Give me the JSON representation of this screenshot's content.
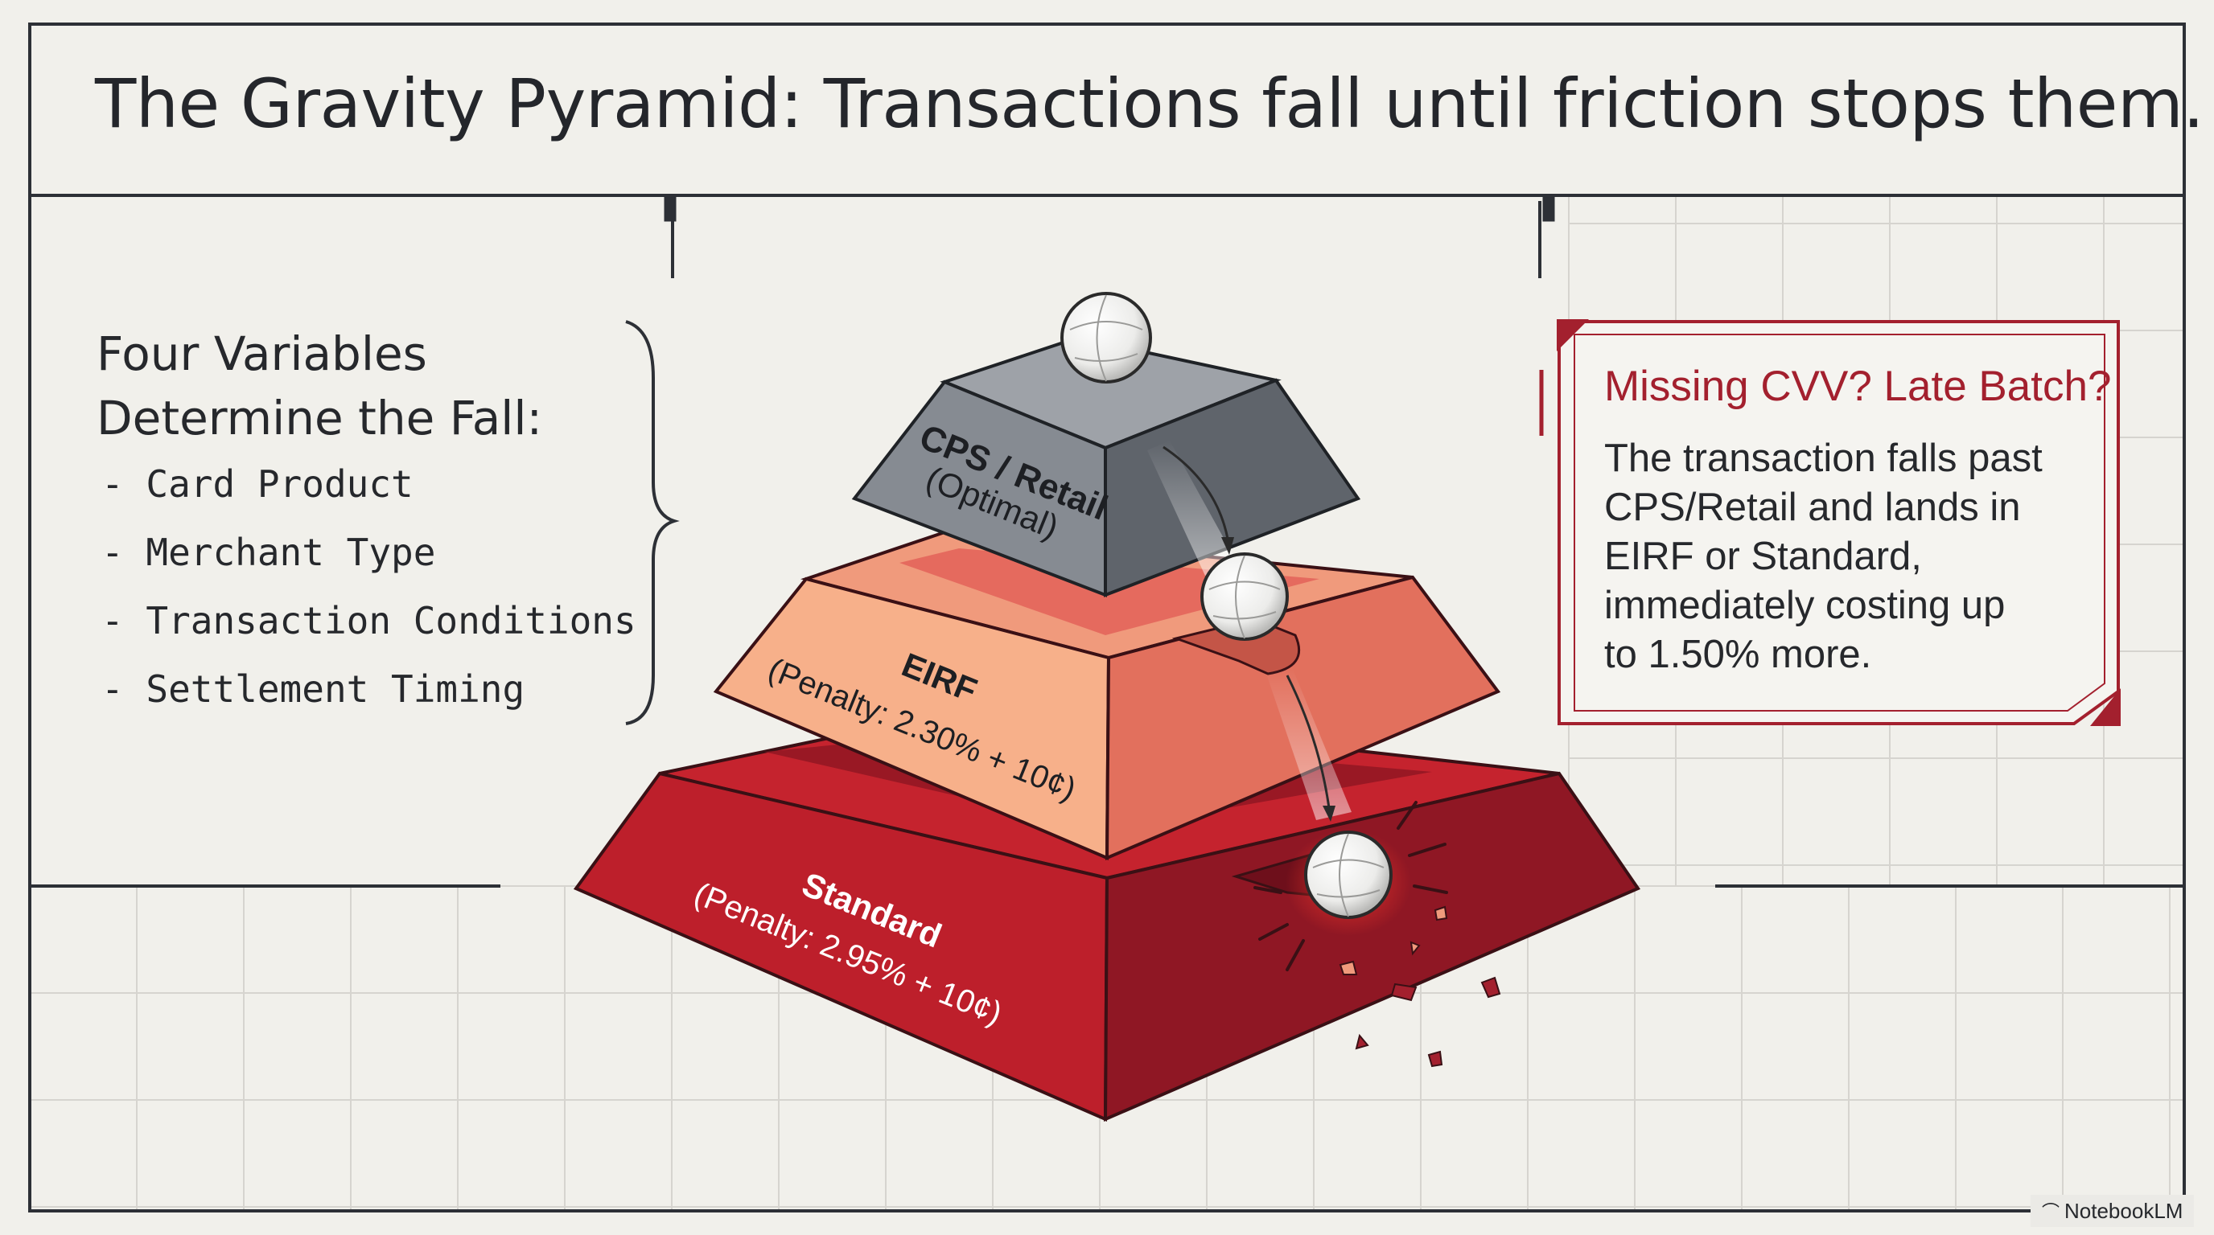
{
  "title": "The Gravity Pyramid: Transactions fall until friction stops them.",
  "variables": {
    "heading_line1": "Four Variables",
    "heading_line2": "Determine the Fall:",
    "items": [
      "- Card Product",
      "- Merchant Type",
      "- Transaction Conditions",
      "- Settlement Timing"
    ]
  },
  "pyramid": {
    "tiers": [
      {
        "name": "CPS / Retail",
        "subtitle": "(Optimal)",
        "color": "#8b9097"
      },
      {
        "name": "EIRF",
        "subtitle": "(Penalty: 2.30% + 10¢)",
        "color": "#eb8a6a"
      },
      {
        "name": "Standard",
        "subtitle": "(Penalty: 2.95% + 10¢)",
        "color": "#b31f2b"
      }
    ]
  },
  "callout": {
    "heading": "Missing CVV? Late Batch?",
    "body_lines": [
      "The transaction falls past",
      "CPS/Retail and lands in",
      "EIRF or Standard,",
      "immediately costing up",
      "to 1.50% more."
    ]
  },
  "colors": {
    "accent": "#a3202e",
    "ink": "#26282c",
    "background": "#f1f0eb",
    "grid": "#d6d4cf"
  },
  "watermark": {
    "icon": "notebooklm-icon",
    "label": "NotebookLM"
  }
}
